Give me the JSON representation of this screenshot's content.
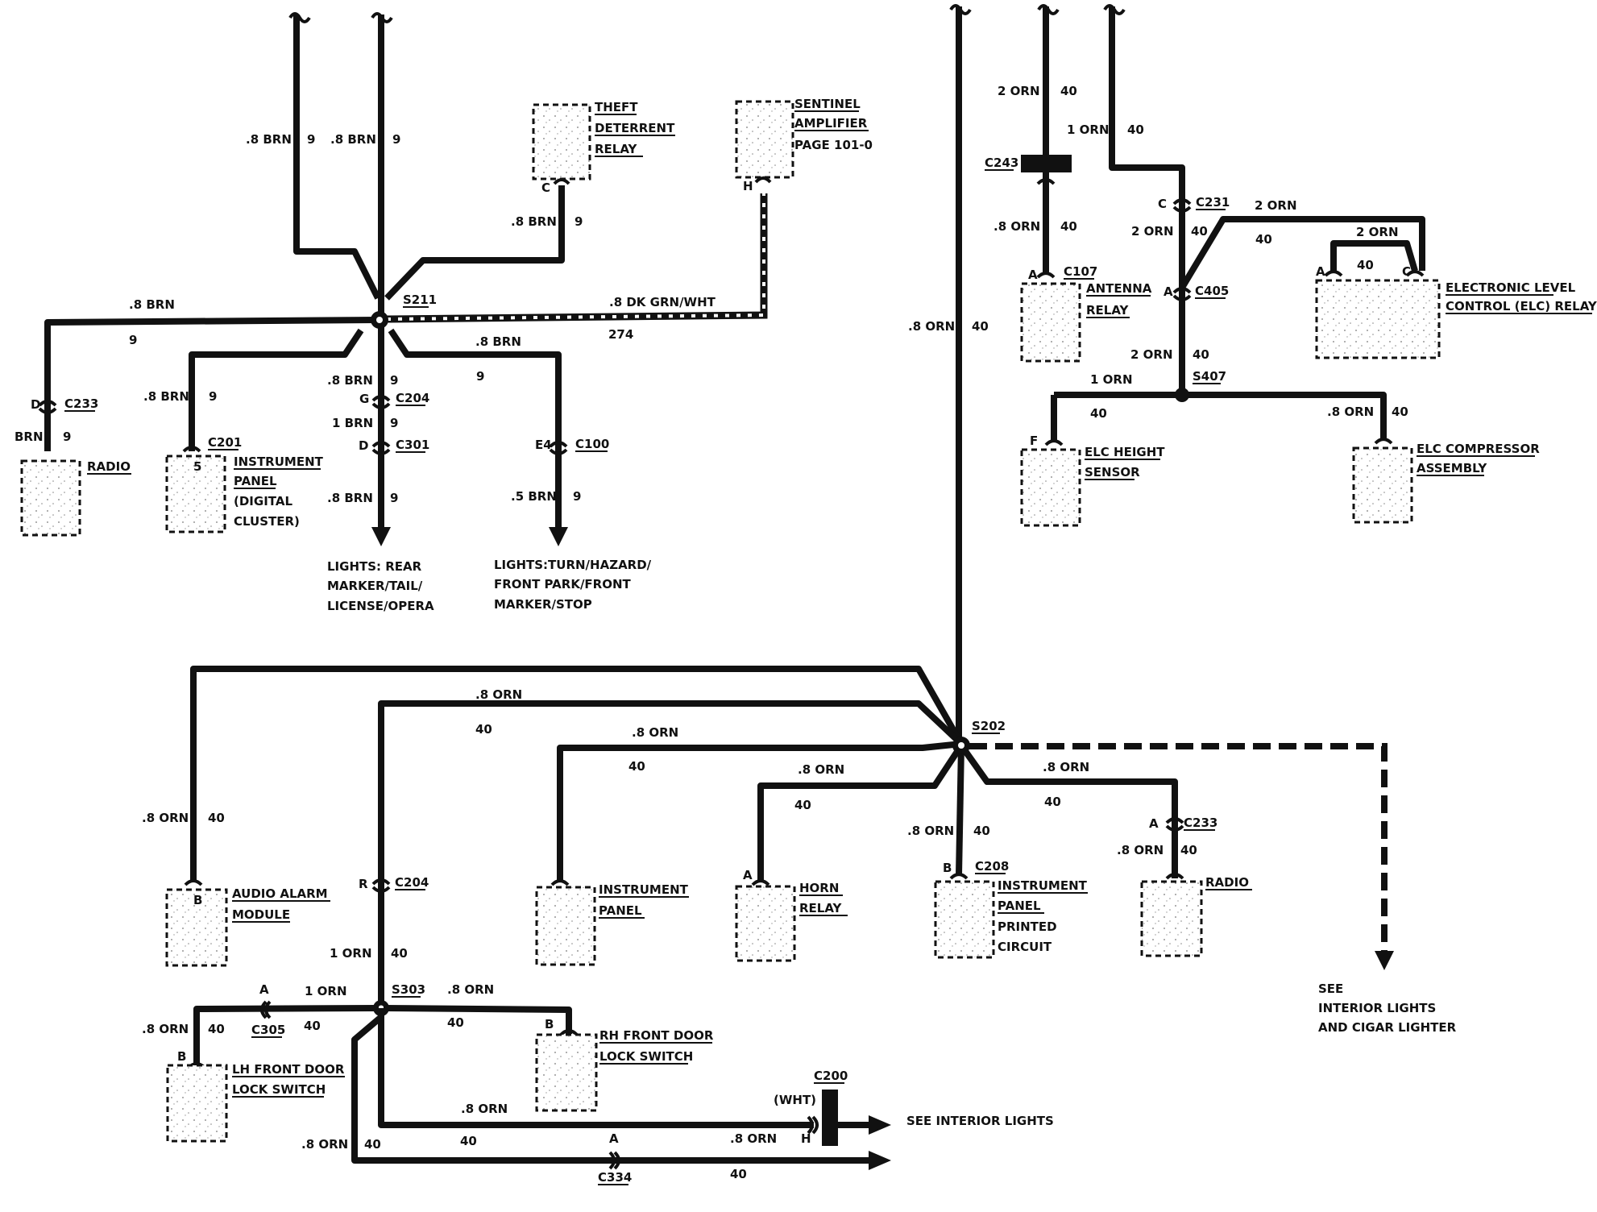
{
  "upper_left": {
    "wire_top_left": [
      ".8 BRN",
      "9"
    ],
    "wire_top_mid": [
      ".8 BRN",
      "9"
    ],
    "theft_deterrent_relay": [
      "THEFT",
      "DETERRENT",
      "RELAY"
    ],
    "theft_pin": "C",
    "theft_wire": [
      ".8 BRN",
      "9"
    ],
    "sentinel_amplifier": [
      "SENTINEL",
      "AMPLIFIER",
      "PAGE 101-0"
    ],
    "sentinel_pin": "H",
    "splice": "S211",
    "dk_grn_wire": [
      ".8 DK GRN/WHT",
      "274"
    ],
    "radio_branch": [
      ".8 BRN",
      "9"
    ],
    "c233_pin": "D",
    "c233": "C233",
    "radio_wire": [
      "BRN",
      "9"
    ],
    "radio": "RADIO",
    "ip_branch": [
      ".8 BRN",
      "9"
    ],
    "c201": "C201",
    "ip_pin": "5",
    "instrument_panel": [
      "INSTRUMENT",
      "PANEL",
      "(DIGITAL",
      "CLUSTER)"
    ],
    "center_wire1": [
      ".8 BRN",
      "9"
    ],
    "c204_pin": "G",
    "c204": "C204",
    "center_wire2": [
      "1 BRN",
      "9"
    ],
    "c301_pin": "D",
    "c301": "C301",
    "center_wire3": [
      ".8 BRN",
      "9"
    ],
    "rear_lights": [
      "LIGHTS: REAR",
      "MARKER/TAIL/",
      "LICENSE/OPERA"
    ],
    "right_branch": [
      ".8 BRN",
      "9"
    ],
    "c100_pin": "E4",
    "c100": "C100",
    "right_wire2": [
      ".5 BRN",
      "9"
    ],
    "turn_lights": [
      "LIGHTS:TURN/HAZARD/",
      "FRONT PARK/FRONT",
      "MARKER/STOP"
    ]
  },
  "upper_right": {
    "c243_wire_top": [
      "2 ORN",
      "40"
    ],
    "c243": "C243",
    "c107_wire": [
      ".8 ORN",
      "40"
    ],
    "c107_pin": "A",
    "c107": "C107",
    "antenna_relay": [
      "ANTENNA",
      "RELAY"
    ],
    "main_wire": [
      ".8 ORN",
      "40"
    ],
    "elc_top_wire": [
      "1 ORN",
      "40"
    ],
    "c231_pin": "C",
    "c231": "C231",
    "c231_wire": [
      "2 ORN",
      "40"
    ],
    "elc_relay_wire1": [
      "2 ORN",
      "40"
    ],
    "elc_relay_wire2": [
      "2 ORN",
      "40"
    ],
    "elc_pins": [
      "A",
      "C"
    ],
    "elc_relay": [
      "ELECTRONIC LEVEL",
      "CONTROL (ELC) RELAY"
    ],
    "c405_pin": "A",
    "c405": "C405",
    "s407_wire": [
      "2 ORN",
      "40"
    ],
    "s407": "S407",
    "height_wire": [
      "1 ORN",
      "40"
    ],
    "height_pin": "F",
    "height_sensor": [
      "ELC HEIGHT",
      "SENSOR"
    ],
    "compressor_wire": [
      ".8 ORN",
      "40"
    ],
    "compressor": [
      "ELC COMPRESSOR",
      "ASSEMBLY"
    ]
  },
  "lower": {
    "s202": "S202",
    "audio_wire": [
      ".8 ORN",
      "40"
    ],
    "audio_pin": "B",
    "audio_alarm": [
      "AUDIO ALARM",
      "MODULE"
    ],
    "s303_top_wire": [
      ".8 ORN",
      "40"
    ],
    "c204_pin": "R",
    "c204": "C204",
    "s303_wire": [
      "1 ORN",
      "40"
    ],
    "s303": "S303",
    "ip_wire": [
      ".8 ORN",
      "40"
    ],
    "instrument_panel": [
      "INSTRUMENT",
      "PANEL"
    ],
    "horn_wire": [
      ".8 ORN",
      "40"
    ],
    "horn_pin": "A",
    "horn_relay": [
      "HORN",
      "RELAY"
    ],
    "ipc_wire": [
      ".8 ORN",
      "40"
    ],
    "ipc_pin": "B",
    "c208": "C208",
    "ipc": [
      "INSTRUMENT",
      "PANEL",
      "PRINTED",
      "CIRCUIT"
    ],
    "radio_wire1": [
      ".8 ORN",
      "40"
    ],
    "radio_pin": "A",
    "c233": "C233",
    "radio_wire2": [
      ".8 ORN",
      "40"
    ],
    "radio": "RADIO",
    "interior_ref": [
      "SEE",
      "INTERIOR LIGHTS",
      "AND CIGAR LIGHTER"
    ],
    "lh_wire1": [
      "1 ORN",
      "40"
    ],
    "c305_pin": "A",
    "c305": "C305",
    "lh_wire2": [
      ".8 ORN",
      "40"
    ],
    "lh_pin": "B",
    "lh_switch": [
      "LH FRONT DOOR",
      "LOCK SWITCH"
    ],
    "rh_wire": [
      ".8 ORN",
      "40"
    ],
    "rh_pin": "B",
    "rh_switch": [
      "RH FRONT DOOR",
      "LOCK SWITCH"
    ],
    "c200": "C200",
    "c200_wht": "(WHT)",
    "c200_pin": "H",
    "c200_wire": [
      ".8 ORN",
      "40"
    ],
    "see_interior": "SEE INTERIOR LIGHTS",
    "bottom_wire": [
      ".8 ORN",
      "40"
    ],
    "c334_pin": "A",
    "c334": "C334",
    "c334_wire": [
      ".8 ORN",
      "40"
    ]
  }
}
